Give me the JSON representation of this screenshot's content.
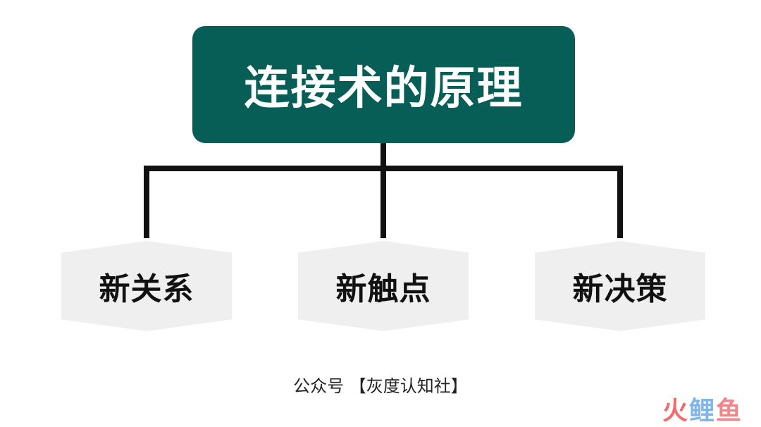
{
  "diagram": {
    "root": {
      "label": "连接术的原理"
    },
    "children": [
      {
        "label": "新关系"
      },
      {
        "label": "新触点"
      },
      {
        "label": "新决策"
      }
    ]
  },
  "caption": "公众号 【灰度认知社】",
  "watermark": {
    "chars": [
      "火",
      "鲤",
      "鱼"
    ]
  },
  "colors": {
    "root_fill": "#075e56",
    "node_fill": "#efefef",
    "connector": "#111111",
    "watermark_fire": "#f26a6a",
    "watermark_carp": "#7fb6ea",
    "watermark_fish": "#f1868a"
  }
}
